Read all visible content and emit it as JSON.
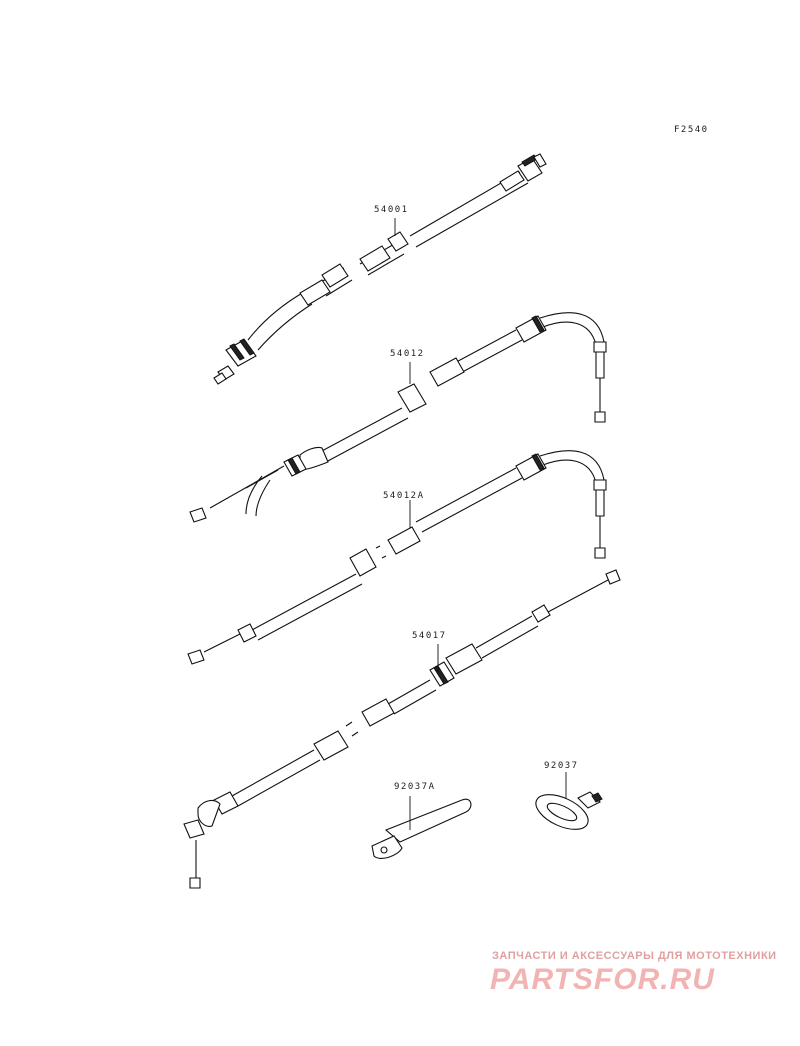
{
  "figure_code": "F2540",
  "parts": {
    "p54001": "54001",
    "p54012": "54012",
    "p54012A": "54012A",
    "p54017": "54017",
    "p92037A": "92037A",
    "p92037": "92037"
  },
  "watermark": {
    "tagline": "ЗАПЧАСТИ И АКСЕССУАРЫ ДЛЯ МОТОТЕХНИКИ",
    "brand": "PARTSFOR.RU",
    "color": "#f2b3b3"
  }
}
